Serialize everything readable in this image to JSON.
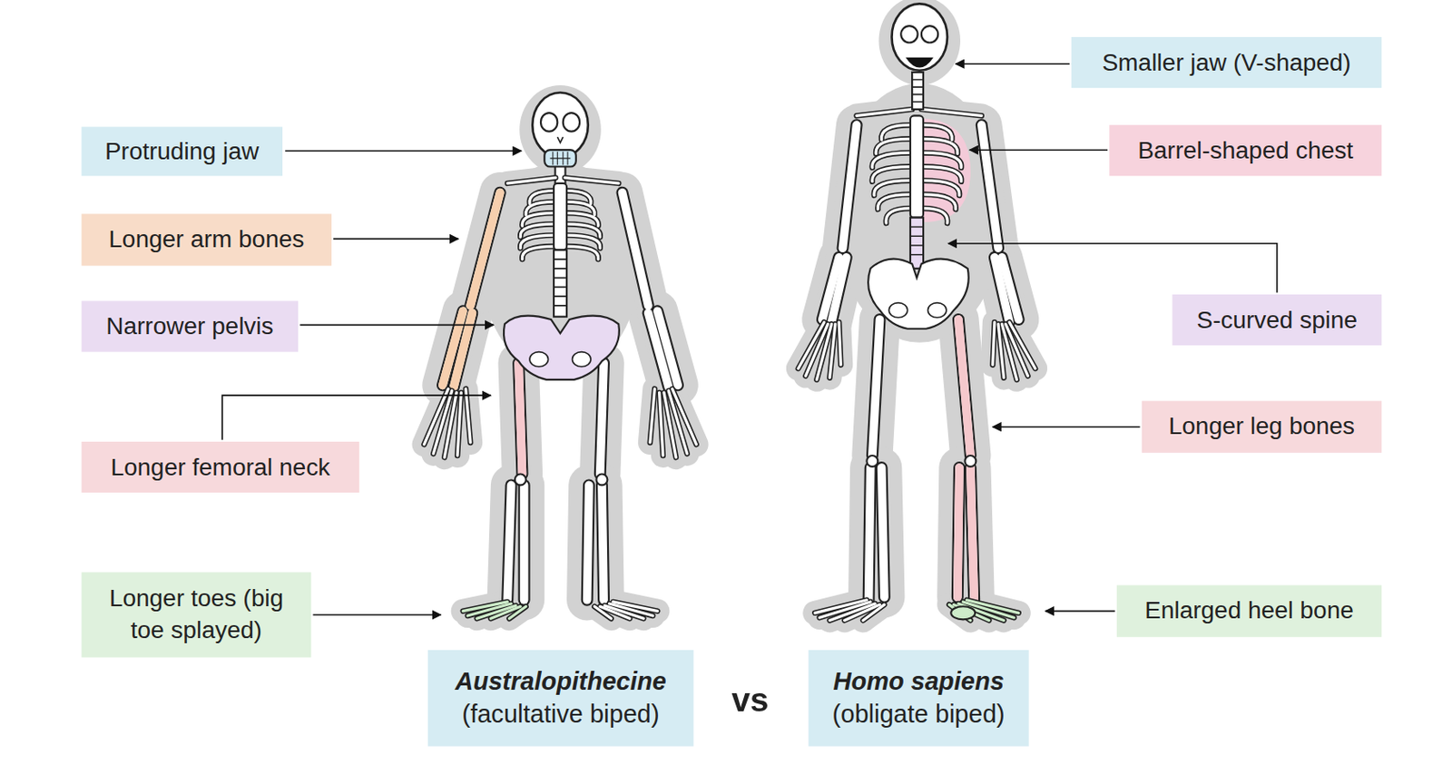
{
  "diagram": {
    "nodes": [
      {
        "text": [
          "Protruding jaw"
        ]
      },
      {
        "text": [
          "Longer arm bones"
        ]
      },
      {
        "text": [
          "Narrower pelvis"
        ]
      },
      {
        "text": [
          "Longer femoral neck"
        ]
      },
      {
        "text": [
          "Longer toes (big toe splayed)"
        ]
      },
      {
        "text": [
          "Smaller jaw (V-shaped)"
        ]
      },
      {
        "text": [
          "Barrel-shaped chest"
        ]
      },
      {
        "text": [
          "S-curved spine"
        ]
      },
      {
        "text": [
          "Longer leg bones"
        ]
      },
      {
        "text": [
          "Enlarged heel bone"
        ]
      },
      {
        "text": [
          "Australopithecine",
          "(facultative biped)"
        ]
      },
      {
        "text": [
          "Homo sapiens",
          "(obligate biped)"
        ]
      }
    ],
    "labels": [
      "vs"
    ]
  }
}
